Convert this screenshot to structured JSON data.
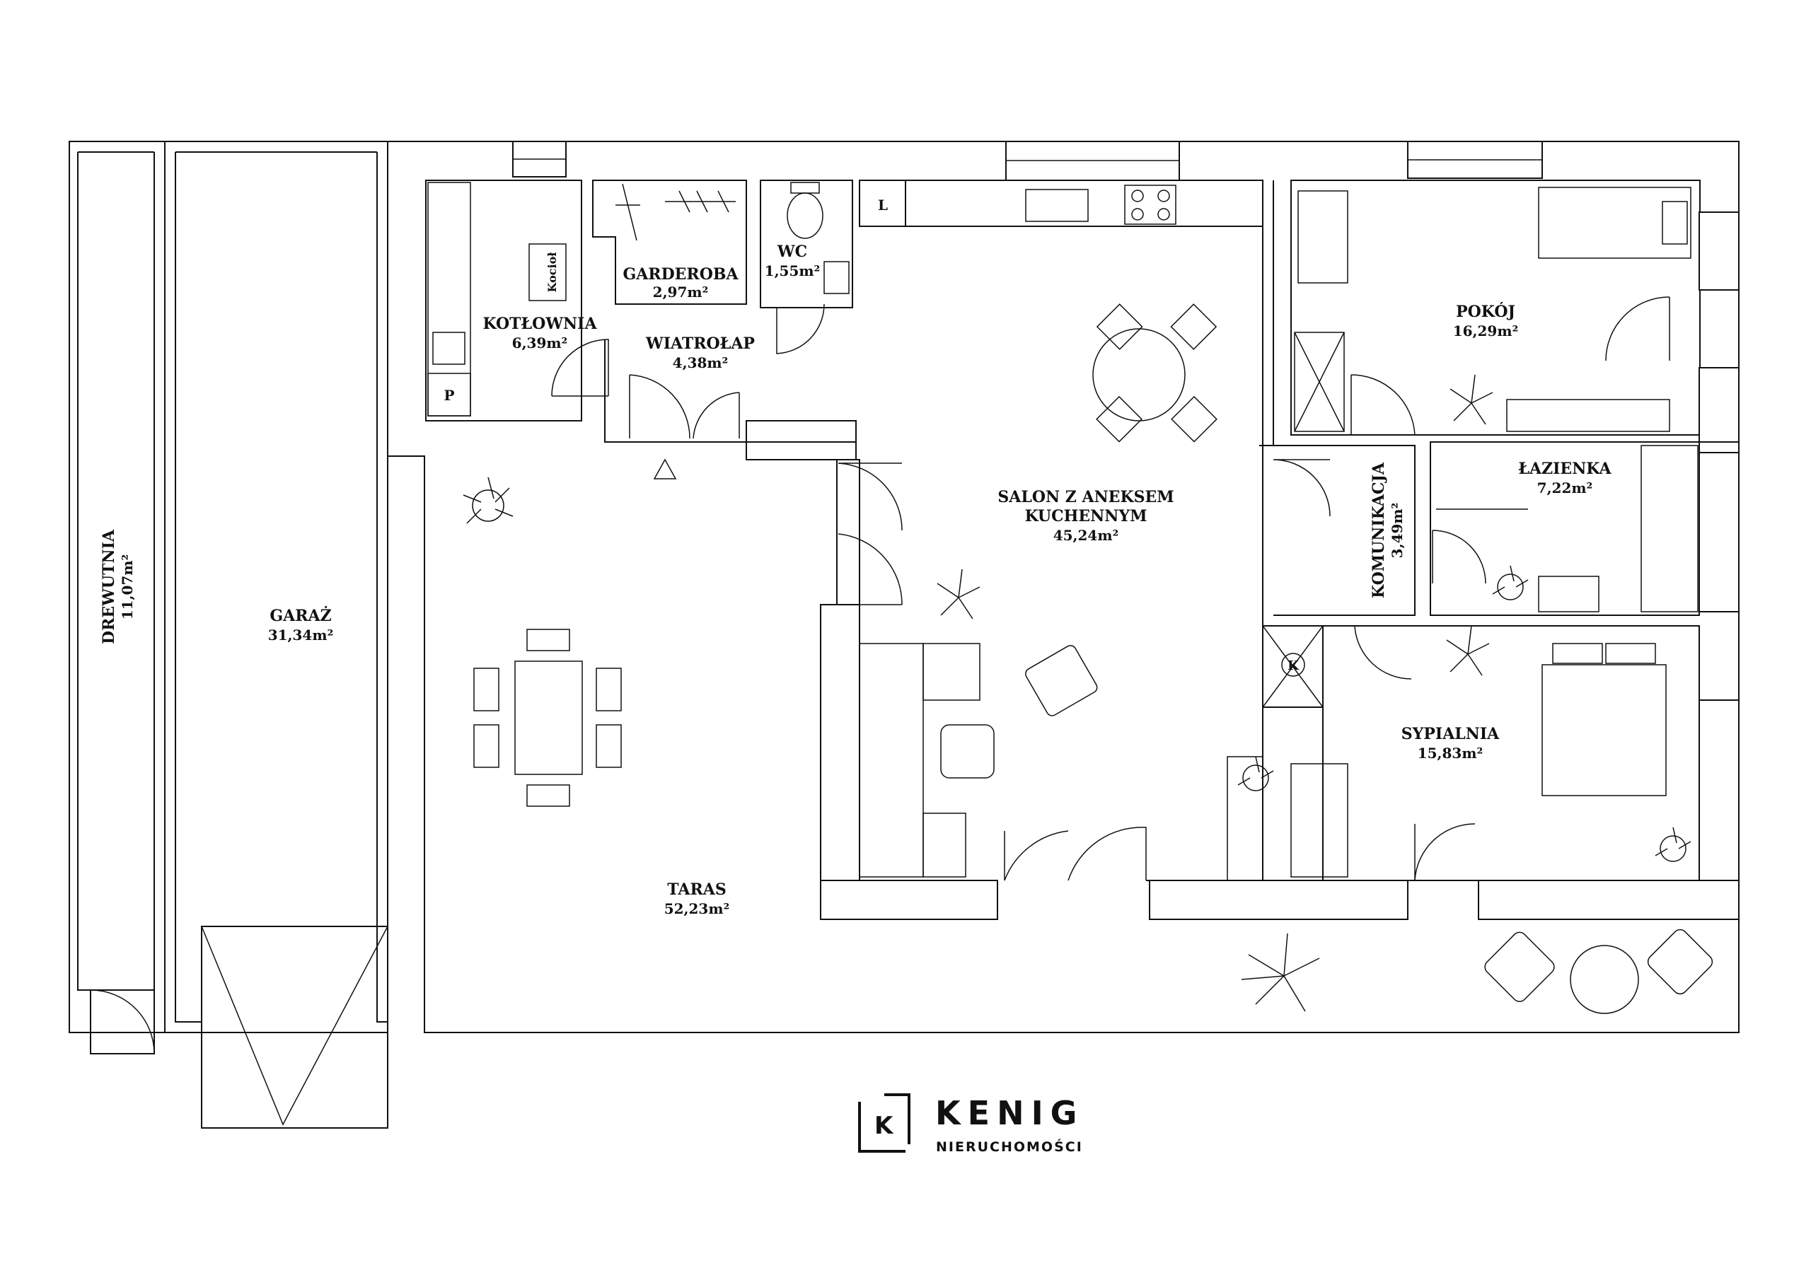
{
  "rooms": {
    "drewutnia": {
      "name": "DREWUTNIA",
      "area": "11,07m²"
    },
    "garaz": {
      "name": "GARAŻ",
      "area": "31,34m²"
    },
    "kotlownia": {
      "name": "KOTŁOWNIA",
      "area": "6,39m²"
    },
    "garderoba": {
      "name": "GARDEROBA",
      "area": "2,97m²"
    },
    "wc": {
      "name": "WC",
      "area": "1,55m²"
    },
    "wiatrolap": {
      "name": "WIATROŁAP",
      "area": "4,38m²"
    },
    "salon": {
      "name_line1": "SALON Z ANEKSEM",
      "name_line2": "KUCHENNYM",
      "area": "45,24m²"
    },
    "pokoj": {
      "name": "POKÓJ",
      "area": "16,29m²"
    },
    "lazienka": {
      "name": "ŁAZIENKA",
      "area": "7,22m²"
    },
    "komunikacja": {
      "name": "KOMUNIKACJA",
      "area": "3,49m²"
    },
    "sypialnia": {
      "name": "SYPIALNIA",
      "area": "15,83m²"
    },
    "taras": {
      "name": "TARAS",
      "area": "52,23m²"
    }
  },
  "fixtures": {
    "boiler": "Kocioł",
    "fridge": "L",
    "pump": "P",
    "chimney": "K"
  },
  "brand": {
    "logo_letter": "K",
    "name": "KENIG",
    "subtitle": "NIERUCHOMOŚCI"
  }
}
